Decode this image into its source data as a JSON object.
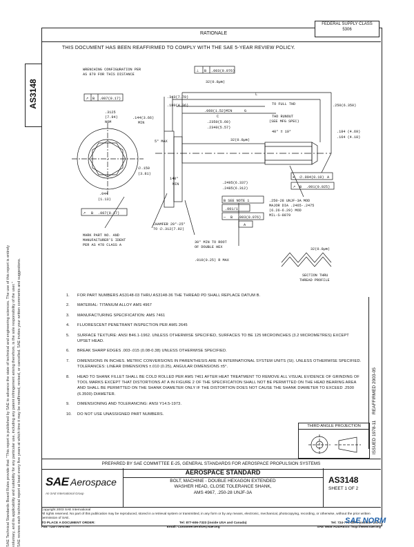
{
  "header": {
    "federal_supply_class_line1": "FEDERAL SUPPLY CLASS",
    "federal_supply_class_line2": "5306",
    "rationale_title": "RATIONALE",
    "rationale_text": "THIS DOCUMENT HAS BEEN REAFFIRMED TO COMPLY WITH THE SAE 5-YEAR REVIEW POLICY."
  },
  "side": {
    "doc_id": "AS3148",
    "note_line1": "SAE Technical Standards Board Rules provide that: \"This report is published by SAE to advance the state of technical and engineering sciences. The use of this report is entirely",
    "note_line2": "voluntary, and its applicability and suitability for any particular use, including any patent infringement arising therefrom, is the sole responsibility of the user.\"",
    "note_line3": "SAE reviews each technical report at least every five years at which time it may be reaffirmed, revised, or cancelled. SAE invites your written comments and suggestions."
  },
  "drawing": {
    "wrenching_label1": "WRENCHING CONFIGURATION PER",
    "wrenching_label2": "AS 870 FOR THIS DISTANCE",
    "fcf_top_1": "⊥",
    "fcf_top_2": "B",
    "fcf_top_3": ".003(0.076)",
    "fcf_left_1": "↗",
    "fcf_left_2": "B",
    "fcf_left_3": ".007(0.17)",
    "d_343": ".343(7.70)",
    "d_180": ".180(4.06)",
    "d_L": "L",
    "d_32a": "32(0.8µm)",
    "d_to_full_thd": "TO FULL THD",
    "d_g": "G",
    "d_250": ".250(6.350)",
    "d_3125": ".3125",
    "d_794": "(7.94)",
    "d_nom": "NOM",
    "d_144": ".144(3.66)",
    "d_min": "MIN",
    "d_060": ".060(1.52)MIN",
    "d_c": "C",
    "d_2350": ".2350(5.60)",
    "d_2340": ".2340(5.57)",
    "d_runout1": "THD RUNOUT",
    "d_runout2": "(SEE MFG SPEC)",
    "d_angle": "40° ± 10°",
    "d_184": ".184 (4.69)",
    "d_164": ".164 (4.18)",
    "d_5max": "5° MAX",
    "d_32b": "32(0.8µm)",
    "d_150": "∅.150",
    "d_381": "(3.81)",
    "d_140": "140°",
    "d_140b": "MIN",
    "d_2495": ".2495(6.337)",
    "d_2485": ".2485(6.312)",
    "fcf_mid_1": "⌖",
    "fcf_mid_2": "∅.004(0.10)",
    "fcf_mid_3": "A",
    "fcf_right_1": "↗",
    "fcf_right_2": "B",
    "fcf_right_3": ".001(0.025)",
    "d_044": ".044",
    "d_113": "(1.13)",
    "fcf_b1": "↗",
    "fcf_b2": "B",
    "fcf_b3": ".007(0.17)",
    "d_b_seenote": "B    SEE NOTE 1",
    "d_001": ".001/1",
    "fcf_tbox1": "—",
    "fcf_tbox2": "B",
    "fcf_tbox3": ".003(0.076)",
    "d_thread1": ".250-28 UNJF-3A MOD",
    "d_thread2": "MAJOR DIA .2465-.2475",
    "d_thread3": "(6.26-6.29) MOD",
    "d_thread4": "MIL-S-8879",
    "datum_a": "A",
    "d_mark1": "MARK PART NO. AND",
    "d_mark2": "MANUFACTURER'S IDENT",
    "d_mark3": "PER AS 478 CLASS A",
    "d_chamfer1": "CHAMFER 20°-25°",
    "d_chamfer2": "TO ∅.312(7.92)",
    "d_root1": "30° MIN TO ROOT",
    "d_root2": "OF DOUBLE HEX",
    "d_r010": ".010(0.25) R MAX",
    "d_32c": "32(0.8µm)",
    "d_section1": "SECTION THRU",
    "d_section2": "THREAD PROFILE"
  },
  "notes": [
    {
      "num": "1.",
      "text": "FOR PART NUMBERS AS3148-03 THRU AS3148-36 THE THREAD PD SHALL REPLACE DATUM B."
    },
    {
      "num": "2.",
      "text": "MATERIAL: TITANIUM ALLOY AMS 4967"
    },
    {
      "num": "3.",
      "text": "MANUFACTURING SPECIFICATION: AMS 7461"
    },
    {
      "num": "4.",
      "text": "FLUORESCENT PENETRANT INSPECTION PER AMS 2645"
    },
    {
      "num": "5.",
      "text": "SURFACE TEXTURE: ANSI B46.1-1962. UNLESS OTHERWISE SPECIFIED, SURFACES TO BE 125 MICROINCHES (3.2 MICROMETRES) EXCEPT UPSET HEAD."
    },
    {
      "num": "6.",
      "text": "BREAK SHARP EDGES .003-.015 (0.08-0.38) UNLESS OTHERWISE SPECIFIED."
    },
    {
      "num": "7.",
      "text": "DIMENSIONS IN INCHES. METRIC CONVERSIONS IN PARENTHESIS ARE IN INTERNATIONAL SYSTEM UNITS (SI). UNLESS OTHERWISE SPECIFIED. TOLERANCES: LINEAR DIMENSIONS ±.010 (0.25), ANGULAR DIMENSIONS ±5°."
    },
    {
      "num": "8.",
      "text": "HEAD TO SHANK FILLET SHALL BE COLD ROLLED PER AMS 7461 AFTER HEAT TREATMENT TO REMOVE ALL VISUAL EVIDENCE OF GRINDING OF TOOL MARKS EXCEPT THAT DISTORTIONS AT A IN FIGURE 2 OF THE SPECIFICATION SHALL NOT BE PERMITTED ON THE HEAD BEARING AREA AND SHALL BE PERMITTED ON THE SHANK DIAMETER ONLY IF THE DISTORTION DOES NOT CAUSE THE SHANK DIAMETER TO EXCEED .2500 (6.3500) DIAMETER."
    },
    {
      "num": "9.",
      "text": "DIMENSIONING AND TOLERANCING: ANSI Y14.5-1973."
    },
    {
      "num": "10.",
      "text": "DO NOT USE UNASSIGNED PART NUMBERS."
    }
  ],
  "strip": {
    "reaffirmed": "REAFFIRMED 2003-05",
    "issued": "ISSUED 1978-11"
  },
  "projection": {
    "title": "THIRD ANGLE PROJECTION"
  },
  "title_block": {
    "prepared": "PREPARED BY SAE COMMITTEE E-25, GENERAL STANDARDS FOR AEROSPACE PROPULSION SYSTEMS",
    "logo_sae": "SAE",
    "logo_aero": "Aerospace",
    "logo_tag": "An SAE International Group",
    "standard": "AEROSPACE STANDARD",
    "desc1": "BOLT, MACHINE - DOUBLE HEXAGON EXTENDED",
    "desc2": "WASHER HEAD, CLOSE TOLERANCE SHANK,",
    "desc3": "AMS 4967, .250-28 UNJF-3A",
    "doc_number": "AS3148",
    "sheet": "SHEET 1 OF 2"
  },
  "footer": {
    "copyright": "Copyright 2003 SAE International",
    "rights": "All rights reserved. No part of this publication may be reproduced, stored in a retrieval system or transmitted, in any form or by any means, electronic, mechanical, photocopying, recording, or otherwise, without the prior written permission of SAE.",
    "order": "TO PLACE A DOCUMENT ORDER:",
    "tel": "Tel: 877-606-7323 (inside USA and Canada)",
    "tel2": "Tel: 724-776-4970 (outside USA)",
    "fax": "Fax: 724-776-0790",
    "email": "Email: CustomerService@sae.org",
    "web": "SAE WEB ADDRESS: http://www.sae.org",
    "watermark": "SAE NORM"
  },
  "colors": {
    "ink": "#111111",
    "watermark": "#1c5fa8"
  }
}
